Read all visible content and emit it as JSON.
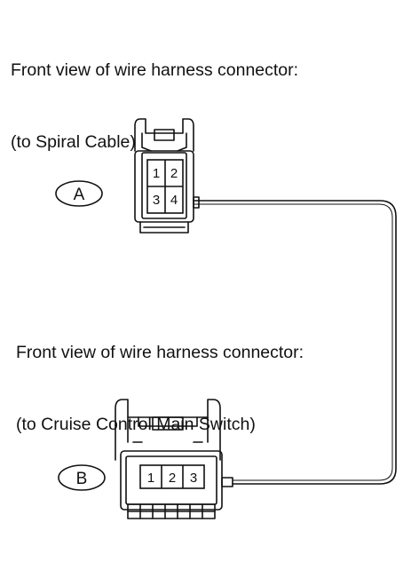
{
  "connector_a": {
    "caption_line1": "Front view of wire harness connector:",
    "caption_line2": "(to Spiral Cable)",
    "label": "A",
    "pins": [
      "1",
      "2",
      "3",
      "4"
    ]
  },
  "connector_b": {
    "caption_line1": "Front view of wire harness connector:",
    "caption_line2": "(to Cruise Control Main Switch)",
    "label": "B",
    "pins": [
      "1",
      "2",
      "3"
    ]
  }
}
